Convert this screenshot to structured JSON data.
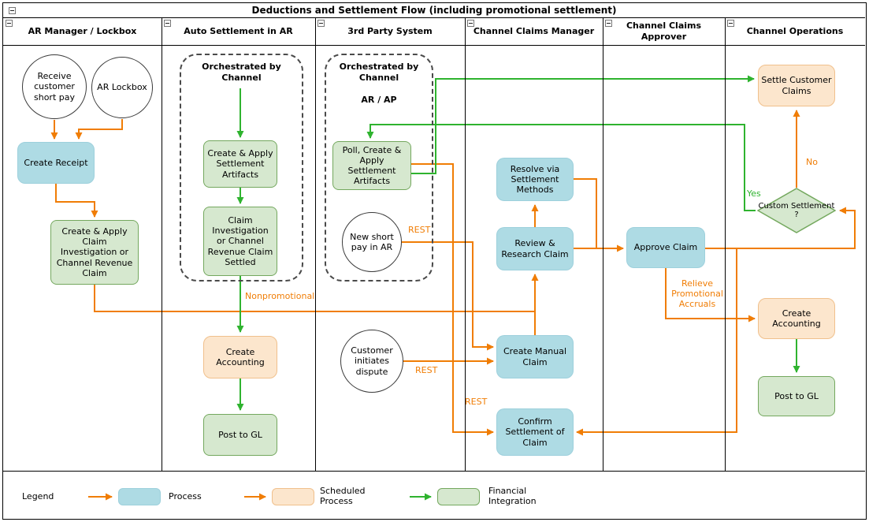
{
  "title": "Deductions and Settlement Flow (including promotional settlement)",
  "lanes": [
    {
      "label": "AR Manager / Lockbox"
    },
    {
      "label": "Auto Settlement in AR"
    },
    {
      "label": "3rd Party System"
    },
    {
      "label": "Channel Claims Manager"
    },
    {
      "label": "Channel Claims Approver"
    },
    {
      "label": "Channel Operations"
    }
  ],
  "containers": {
    "auto_settlement_group": {
      "label": "Orchestrated by Channel"
    },
    "third_party_group": {
      "label": "Orchestrated by Channel",
      "sublabel": "AR / AP"
    }
  },
  "nodes": {
    "receive_customer_short_pay": {
      "label": "Receive customer short pay",
      "shape": "circle"
    },
    "ar_lockbox": {
      "label": "AR Lockbox",
      "shape": "circle"
    },
    "create_receipt": {
      "label": "Create Receipt",
      "type": "process"
    },
    "create_apply_claim_investigation": {
      "label": "Create & Apply Claim Investigation or Channel Revenue Claim",
      "type": "financial-integration"
    },
    "create_apply_settlement_artifacts": {
      "label": "Create & Apply Settlement Artifacts",
      "type": "financial-integration"
    },
    "claim_investigation_settled": {
      "label": "Claim Investigation or Channel Revenue Claim Settled",
      "type": "financial-integration"
    },
    "create_accounting_ar": {
      "label": "Create Accounting",
      "type": "scheduled-process"
    },
    "post_to_gl_ar": {
      "label": "Post to GL",
      "type": "financial-integration"
    },
    "poll_create_apply_settlement_artifacts": {
      "label": "Poll, Create & Apply Settlement Artifacts",
      "type": "financial-integration"
    },
    "new_short_pay_in_ar": {
      "label": "New short pay in AR",
      "shape": "circle"
    },
    "customer_initiates_dispute": {
      "label": "Customer initiates dispute",
      "shape": "circle"
    },
    "resolve_via_settlement_methods": {
      "label": "Resolve via Settlement Methods",
      "type": "process"
    },
    "review_research_claim": {
      "label": "Review & Research Claim",
      "type": "process"
    },
    "create_manual_claim": {
      "label": "Create Manual Claim",
      "type": "process"
    },
    "confirm_settlement_of_claim": {
      "label": "Confirm Settlement of Claim",
      "type": "process"
    },
    "approve_claim": {
      "label": "Approve Claim",
      "type": "process"
    },
    "settle_customer_claims": {
      "label": "Settle Customer Claims",
      "type": "scheduled-process"
    },
    "custom_settlement_decision": {
      "label": "Custom Settlement ?",
      "shape": "decision"
    },
    "create_accounting_ops": {
      "label": "Create Accounting",
      "type": "scheduled-process"
    },
    "post_to_gl_ops": {
      "label": "Post to GL",
      "type": "financial-integration"
    }
  },
  "edge_labels": {
    "nonpromotional": "Nonpromotional",
    "rest_short_pay": "REST",
    "rest_dispute": "REST",
    "rest_confirm": "REST",
    "yes": "Yes",
    "no": "No",
    "relieve_promotional_accruals": "Relieve Promotional Accruals"
  },
  "legend": {
    "title": "Legend",
    "items": [
      {
        "label": "Process"
      },
      {
        "label": "Scheduled Process"
      },
      {
        "label": "Financial Integration"
      }
    ]
  },
  "icons": {
    "collapse": "collapse-minus-box-icon"
  },
  "colors": {
    "process_fill": "#aedbe4",
    "scheduled_fill": "#fce6cd",
    "scheduled_border": "#f0c08c",
    "integration_fill": "#d6e8cf",
    "integration_border": "#74a85e",
    "arrow_process": "#f07d05",
    "arrow_integration": "#2fb32f",
    "label_orange": "#f07d05",
    "label_green": "#2fb32f"
  }
}
